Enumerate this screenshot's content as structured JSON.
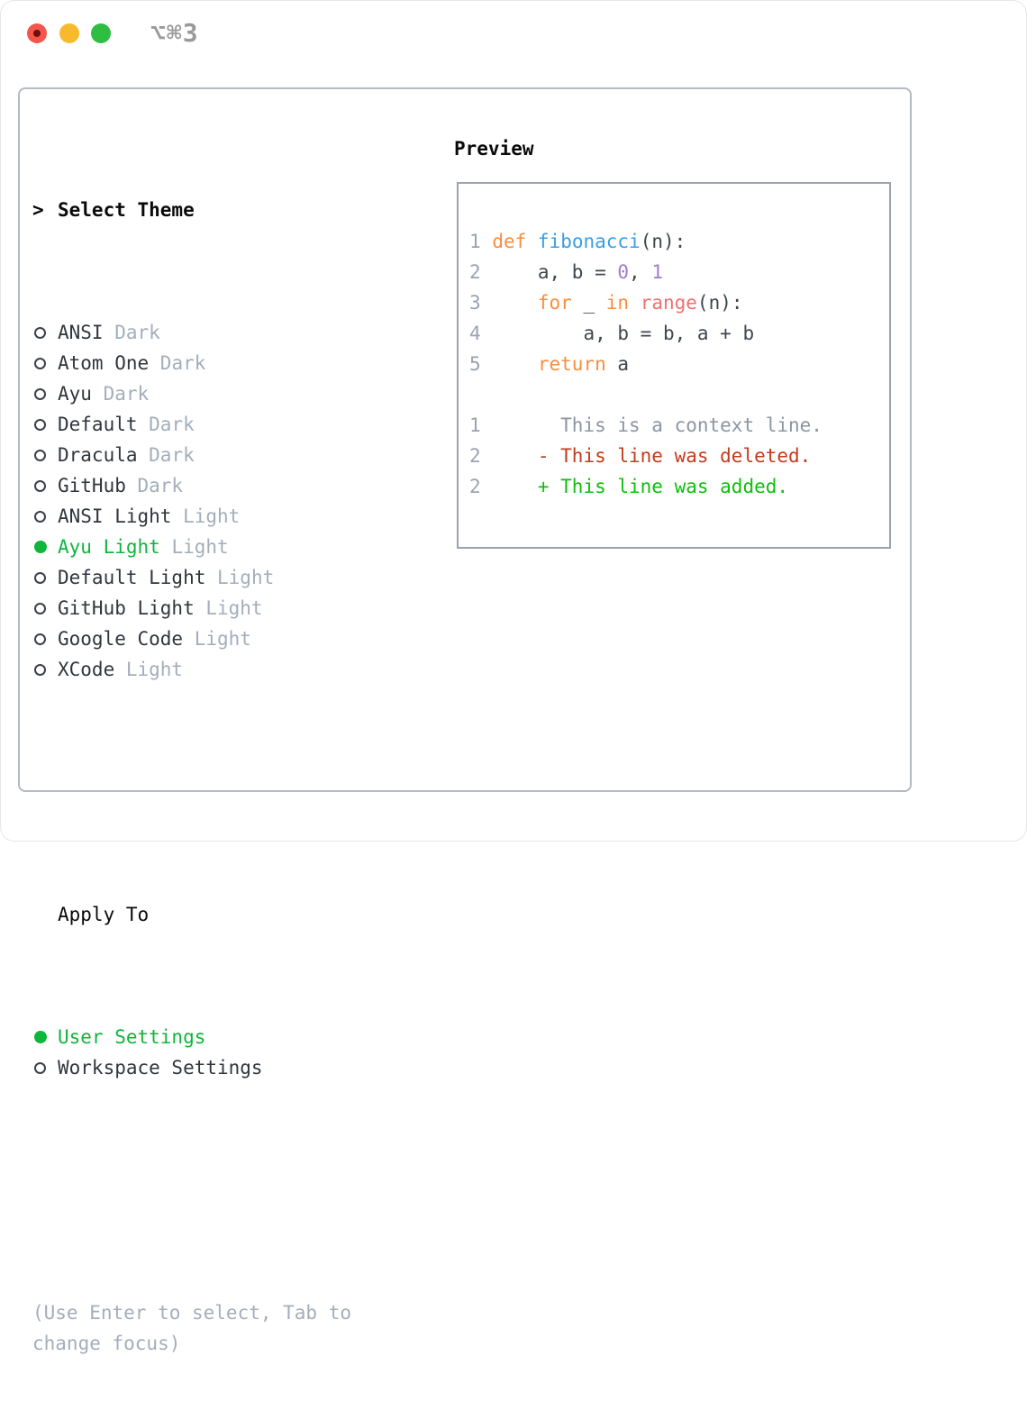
{
  "window": {
    "title": "⌥⌘3",
    "traffic_lights": [
      {
        "name": "close",
        "color": "#f4564b"
      },
      {
        "name": "minimize",
        "color": "#f8ba2c"
      },
      {
        "name": "maximize",
        "color": "#2ebe41"
      }
    ]
  },
  "theme_panel": {
    "cursor": ">",
    "heading": "Select Theme",
    "themes": [
      {
        "name": "ANSI",
        "variant": "Dark",
        "selected": false
      },
      {
        "name": "Atom One",
        "variant": "Dark",
        "selected": false
      },
      {
        "name": "Ayu",
        "variant": "Dark",
        "selected": false
      },
      {
        "name": "Default",
        "variant": "Dark",
        "selected": false
      },
      {
        "name": "Dracula",
        "variant": "Dark",
        "selected": false
      },
      {
        "name": "GitHub",
        "variant": "Dark",
        "selected": false
      },
      {
        "name": "ANSI Light",
        "variant": "Light",
        "selected": false
      },
      {
        "name": "Ayu Light",
        "variant": "Light",
        "selected": true
      },
      {
        "name": "Default Light",
        "variant": "Light",
        "selected": false
      },
      {
        "name": "GitHub Light",
        "variant": "Light",
        "selected": false
      },
      {
        "name": "Google Code",
        "variant": "Light",
        "selected": false
      },
      {
        "name": "XCode",
        "variant": "Light",
        "selected": false
      }
    ],
    "apply_heading": "Apply To",
    "apply_options": [
      {
        "label": "User Settings",
        "selected": true
      },
      {
        "label": "Workspace Settings",
        "selected": false
      }
    ],
    "hint_lines": [
      "(Use Enter to select, Tab to",
      "change focus)"
    ]
  },
  "preview": {
    "heading": "Preview",
    "lines": [
      {
        "tokens": [
          {
            "t": "1",
            "c": "lineno"
          },
          {
            "t": " "
          },
          {
            "t": "def",
            "c": "keyword"
          },
          {
            "t": " "
          },
          {
            "t": "fibonacci",
            "c": "function"
          },
          {
            "t": "(n):"
          }
        ]
      },
      {
        "tokens": [
          {
            "t": "2",
            "c": "lineno"
          },
          {
            "t": "     a, b = "
          },
          {
            "t": "0",
            "c": "constant"
          },
          {
            "t": ", "
          },
          {
            "t": "1",
            "c": "constant"
          }
        ]
      },
      {
        "tokens": [
          {
            "t": "3",
            "c": "lineno"
          },
          {
            "t": "     "
          },
          {
            "t": "for",
            "c": "keyword"
          },
          {
            "t": " _ "
          },
          {
            "t": "in",
            "c": "keyword"
          },
          {
            "t": " "
          },
          {
            "t": "range",
            "c": "markup"
          },
          {
            "t": "(n):"
          }
        ]
      },
      {
        "tokens": [
          {
            "t": "4",
            "c": "lineno"
          },
          {
            "t": "         a, b = b, a + b"
          }
        ]
      },
      {
        "tokens": [
          {
            "t": "5",
            "c": "lineno"
          },
          {
            "t": "     "
          },
          {
            "t": "return",
            "c": "keyword"
          },
          {
            "t": " a"
          }
        ]
      },
      {
        "tokens": []
      },
      {
        "tokens": [
          {
            "t": "1",
            "c": "lineno"
          },
          {
            "t": "       This is a context line.",
            "c": "context"
          }
        ]
      },
      {
        "tokens": [
          {
            "t": "2",
            "c": "lineno"
          },
          {
            "t": "     "
          },
          {
            "t": "- This line was deleted.",
            "c": "deleted"
          }
        ]
      },
      {
        "tokens": [
          {
            "t": "2",
            "c": "lineno"
          },
          {
            "t": "     "
          },
          {
            "t": "+ This line was added.",
            "c": "added"
          }
        ]
      }
    ]
  },
  "colors": {
    "selected_green": "#10b53c",
    "keyword": "#fa8d3e",
    "function": "#399ee6",
    "constant": "#a37acc",
    "markup": "#f07171",
    "deleted": "#c33b1e",
    "added": "#0cc00c",
    "context": "#8b96a3",
    "lineno": "#99a3b1",
    "code_text": "#3e464e",
    "item_text": "#30363d",
    "muted": "#a3aebb",
    "heading_text": "#0a0a0a",
    "radio_stroke": "#3a414a",
    "panel_border": "#b3bac3",
    "preview_border": "#9ba3ad",
    "titlebar_text": "#9a9a9a",
    "tl_red": "#f4564b",
    "tl_yellow": "#f8ba2c",
    "tl_green": "#2ebe41"
  }
}
